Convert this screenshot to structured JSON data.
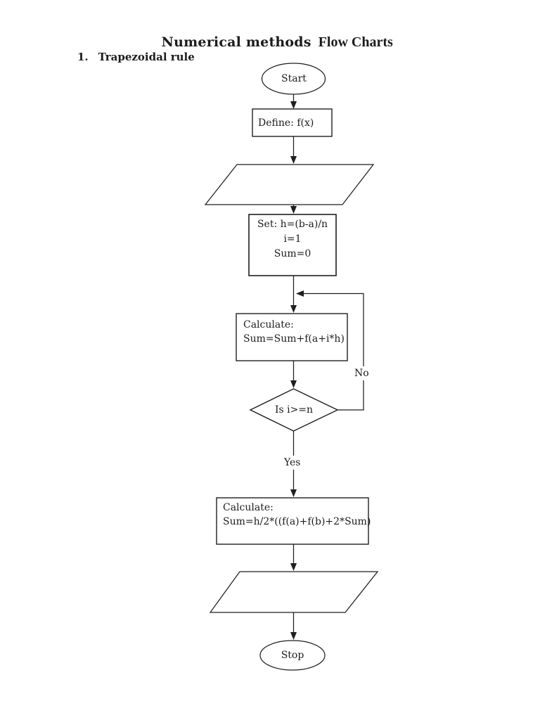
{
  "page": {
    "title_main": "Numerical methods",
    "title_sub": "Flow Charts",
    "section_number": "1.",
    "section_title": "Trapezoidal rule"
  },
  "flowchart": {
    "start_label": "Start",
    "define_label": "Define: f(x)",
    "set_block": {
      "line1": "Set: h=(b-a)/n",
      "line2": "i=1",
      "line3": "Sum=0"
    },
    "calc_loop_block": {
      "line1": "Calculate:",
      "line2": "Sum=Sum+f(a+i*h)"
    },
    "decision_label": "Is i>=n",
    "no_label": "No",
    "yes_label": "Yes",
    "calc_final_block": {
      "line1": "Calculate:",
      "line2": "Sum=h/2*((f(a)+f(b)+2*Sum)"
    },
    "stop_label": "Stop"
  }
}
